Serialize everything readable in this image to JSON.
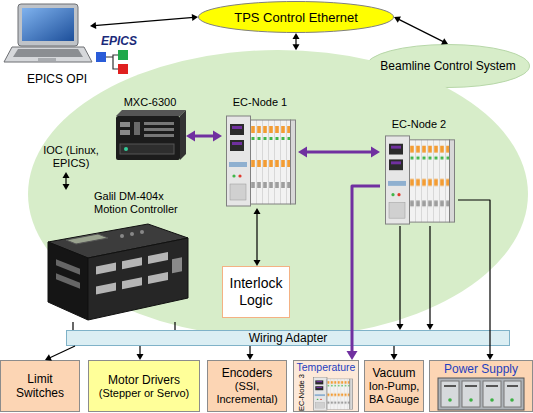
{
  "diagram": {
    "nodes": [
      {
        "text": [
          "EPICS OPI"
        ]
      },
      {
        "text": [
          "TPS Control Ethernet"
        ]
      },
      {
        "text": [
          "Beamline Control System"
        ]
      },
      {
        "text": []
      },
      {
        "text": [
          "MXC-6300",
          "IOC (Linux, EPICS)"
        ],
        "in": 3
      },
      {
        "text": [
          "EC-Node 1"
        ],
        "in": 3
      },
      {
        "text": [
          "EC-Node 2"
        ],
        "in": 3
      },
      {
        "text": [
          "Galil DM-404x Motion Controller"
        ],
        "in": 3
      },
      {
        "text": [
          "Interlock Logic"
        ],
        "in": 3
      },
      {
        "text": [
          "Wiring Adapter"
        ]
      },
      {
        "text": [
          "Limit Switches"
        ]
      },
      {
        "text": [
          "Motor Drivers",
          "(Stepper or Servo)"
        ]
      },
      {
        "text": [
          "Encoders",
          "(SSI, Incremental)"
        ]
      },
      {
        "text": [
          "Temperature",
          "EC-Node 3"
        ]
      },
      {
        "text": [
          "Vacuum",
          "Ion-Pump, BA Gauge"
        ]
      },
      {
        "text": [
          "Power Supply"
        ]
      }
    ],
    "edges": [
      {
        "from": 0,
        "to": 1,
        "arrow": "both"
      },
      {
        "from": 1,
        "to": 2,
        "arrow": "both"
      },
      {
        "from": 1,
        "to": 3,
        "arrow": "both"
      },
      {
        "from": 4,
        "to": 5,
        "arrow": "both"
      },
      {
        "from": 5,
        "to": 6,
        "arrow": "both"
      },
      {
        "from": 6,
        "to": 13,
        "arrow": "to"
      },
      {
        "from": 4,
        "to": 7,
        "arrow": "both"
      },
      {
        "from": 5,
        "to": 8,
        "arrow": "both"
      },
      {
        "from": 7,
        "to": 9,
        "arrow": "none"
      },
      {
        "from": 7,
        "to": 9,
        "arrow": "none"
      },
      {
        "from": 6,
        "to": 9,
        "arrow": "to"
      },
      {
        "from": 6,
        "to": 9,
        "arrow": "to"
      },
      {
        "from": 6,
        "to": 15,
        "arrow": "to"
      },
      {
        "from": 9,
        "to": 10,
        "arrow": "to"
      },
      {
        "from": 9,
        "to": 11,
        "arrow": "to"
      },
      {
        "from": 9,
        "to": 12,
        "arrow": "to"
      },
      {
        "from": 9,
        "to": 14,
        "arrow": "to"
      }
    ],
    "labels": [
      "EPICS"
    ]
  }
}
